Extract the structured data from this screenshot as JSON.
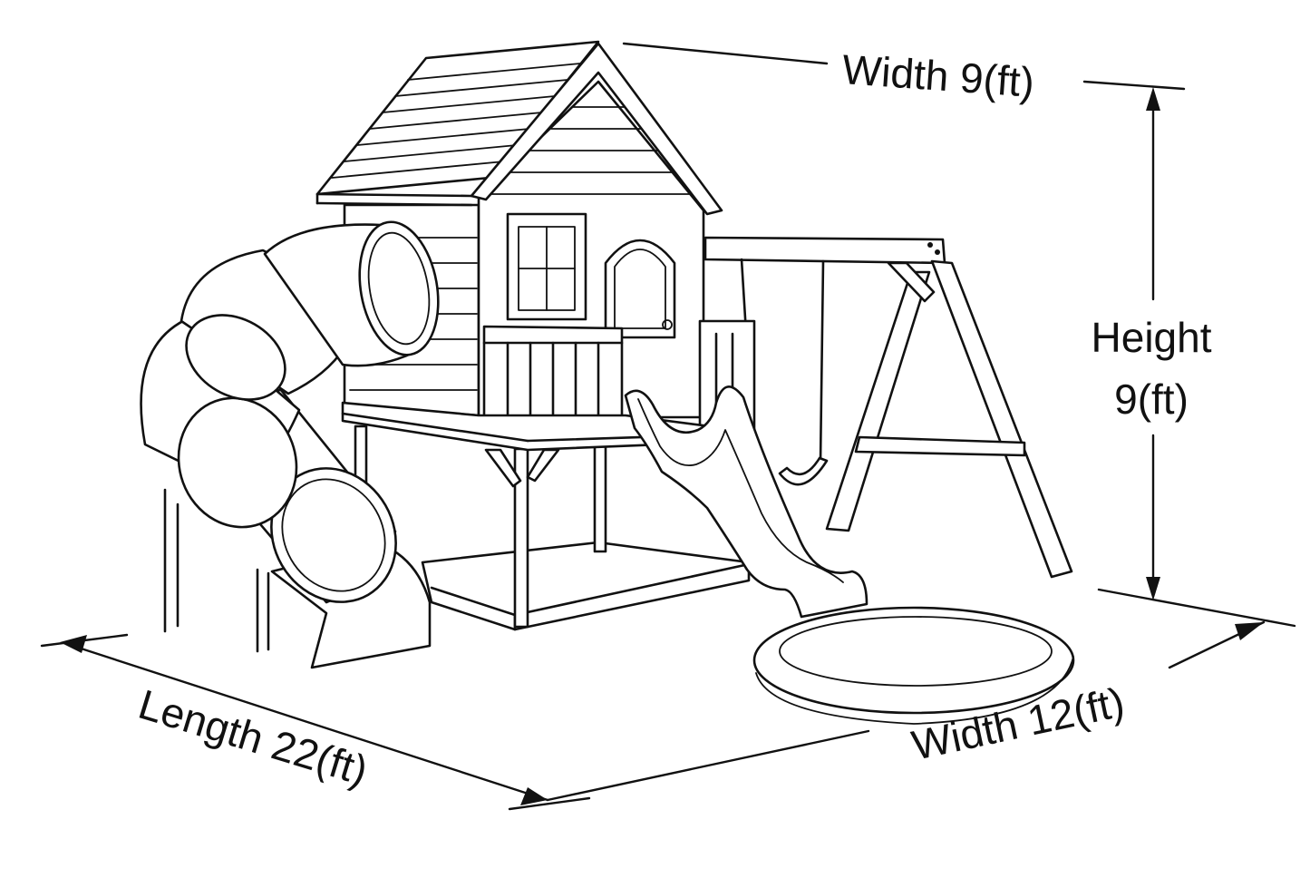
{
  "diagram": {
    "colors": {
      "ink": "#111111",
      "background": "#ffffff"
    },
    "labels": {
      "width_top": "Width 9(ft)",
      "height_line1": "Height",
      "height_line2": "9(ft)",
      "length": "Length 22(ft)",
      "width_right": "Width 12(ft)"
    },
    "dimensions": [
      {
        "name": "width",
        "value": 9,
        "unit": "ft"
      },
      {
        "name": "height",
        "value": 9,
        "unit": "ft"
      },
      {
        "name": "length",
        "value": 22,
        "unit": "ft"
      },
      {
        "name": "width",
        "value": 12,
        "unit": "ft"
      }
    ],
    "objects": [
      "playhouse",
      "tube-slide",
      "wave-slide",
      "swing-set",
      "swing-seat",
      "pool"
    ]
  }
}
